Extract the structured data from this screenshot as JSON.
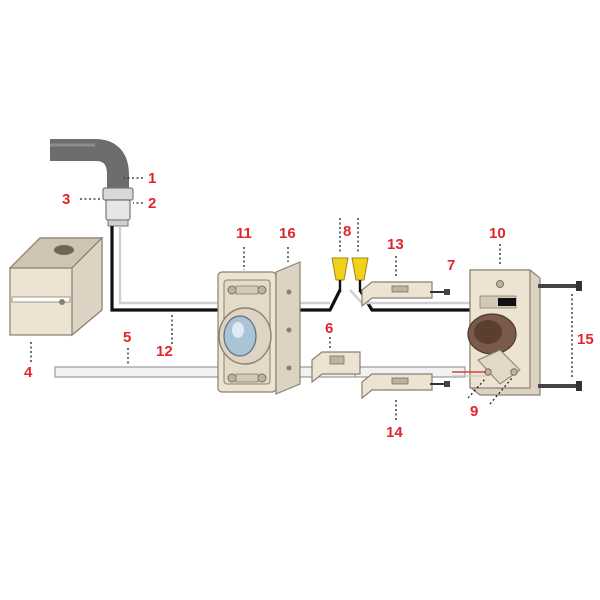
{
  "diagram": {
    "callouts": [
      {
        "id": "c1",
        "text": "1"
      },
      {
        "id": "c2",
        "text": "2"
      },
      {
        "id": "c3",
        "text": "3"
      },
      {
        "id": "c4",
        "text": "4"
      },
      {
        "id": "c5",
        "text": "5"
      },
      {
        "id": "c6",
        "text": "6"
      },
      {
        "id": "c7",
        "text": "7"
      },
      {
        "id": "c8",
        "text": "8"
      },
      {
        "id": "c9",
        "text": "9"
      },
      {
        "id": "c10",
        "text": "10"
      },
      {
        "id": "c11",
        "text": "11"
      },
      {
        "id": "c12",
        "text": "12"
      },
      {
        "id": "c13",
        "text": "13"
      },
      {
        "id": "c14",
        "text": "14"
      },
      {
        "id": "c15",
        "text": "15"
      },
      {
        "id": "c16",
        "text": "16"
      }
    ],
    "colors": {
      "callout": "#e0252b",
      "part_body": "#ece3d3",
      "part_shadow": "#cfc4b1",
      "cable_black": "#111111",
      "conduit": "#6d6d6d",
      "wire_nut": "#f2d11b"
    }
  }
}
